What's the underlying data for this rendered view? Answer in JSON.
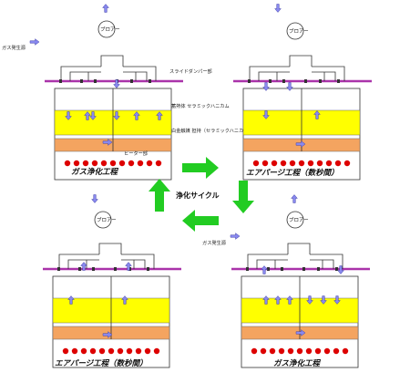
{
  "cycle_label": "浄化サイクル",
  "units": [
    {
      "title": "ガス浄化工程",
      "blower": "ブロアー",
      "gas_source": "ガス発生源",
      "labels": {
        "damper": "スライドダンパー部",
        "regenerator": "蓄熱体 セラミックハニカム",
        "catalyst": "白金触媒 担持（セラミックハニカム）",
        "heater": "ヒーター部"
      }
    },
    {
      "title": "エアパージ工程（数秒間）",
      "blower": "ブロアー"
    },
    {
      "title": "エアパージ工程（数秒間）",
      "blower": "ブロアー"
    },
    {
      "title": "ガス浄化工程",
      "blower": "ブロアー",
      "gas_source": "ガス発生源"
    }
  ],
  "colors": {
    "regenerator": "#ffff00",
    "catalyst": "#f4a460",
    "heater_dot": "#dd0000",
    "arrow": "#8888ee",
    "damper": "#aa33aa",
    "cycle_arrow": "#22cc22"
  }
}
